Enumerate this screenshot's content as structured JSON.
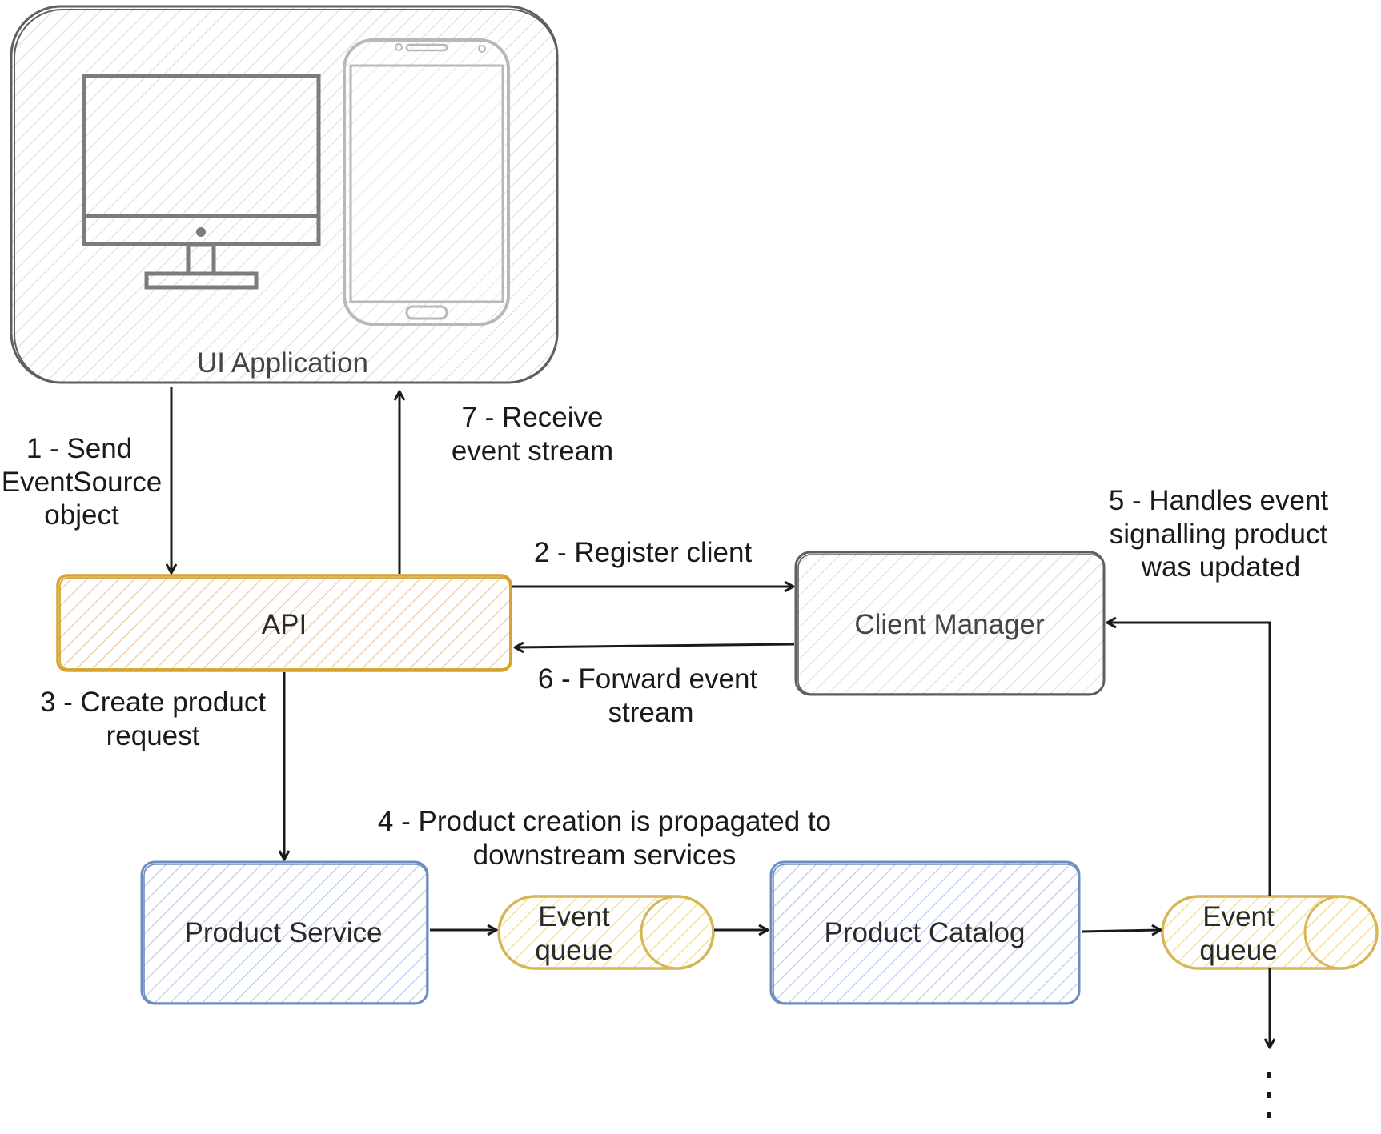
{
  "nodes": {
    "ui_application": {
      "label": "UI Application"
    },
    "api": {
      "label": "API"
    },
    "client_manager": {
      "label": "Client Manager"
    },
    "product_service": {
      "label": "Product Service"
    },
    "product_catalog": {
      "label": "Product Catalog"
    },
    "event_queue_1": {
      "line1": "Event",
      "line2": "queue"
    },
    "event_queue_2": {
      "line1": "Event",
      "line2": "queue"
    }
  },
  "edges": {
    "step1": {
      "line1": "1 - Send",
      "line2": "EventSource",
      "line3": "object"
    },
    "step2": {
      "line1": "2 - Register client"
    },
    "step3": {
      "line1": "3 - Create product",
      "line2": "request"
    },
    "step4": {
      "line1": "4 - Product creation is propagated to",
      "line2": "downstream services"
    },
    "step5": {
      "line1": "5 - Handles event",
      "line2": "signalling product",
      "line3": "was updated"
    },
    "step6": {
      "line1": "6 - Forward event",
      "line2": "stream"
    },
    "step7": {
      "line1": "7 - Receive",
      "line2": "event stream"
    }
  },
  "colors": {
    "grey_stroke": "#5f5f5f",
    "orange_stroke": "#d6a32e",
    "orange_fill": "#fbe2c8",
    "blue_stroke": "#6c8ebf",
    "blue_fill": "#dae8fc",
    "yellow_stroke": "#d6b656",
    "yellow_fill": "#fff2cc",
    "arrow": "#1a1a1a"
  }
}
